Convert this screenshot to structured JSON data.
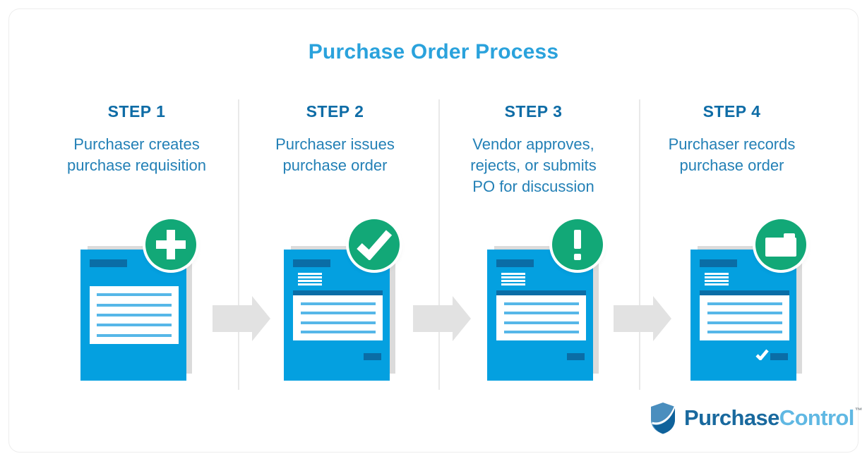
{
  "title": "Purchase Order Process",
  "steps": [
    {
      "label": "STEP 1",
      "lines": [
        "Purchaser creates",
        "purchase requisition"
      ],
      "badge_icon": "plus-icon"
    },
    {
      "label": "STEP 2",
      "lines": [
        "Purchaser issues",
        "purchase order"
      ],
      "badge_icon": "check-icon"
    },
    {
      "label": "STEP 3",
      "lines": [
        "Vendor approves,",
        "rejects, or submits",
        "PO for discussion"
      ],
      "badge_icon": "exclamation-icon"
    },
    {
      "label": "STEP 4",
      "lines": [
        "Purchaser records",
        "purchase order"
      ],
      "badge_icon": "folder-icon"
    }
  ],
  "logo": {
    "part1": "Purchase",
    "part2": "Control",
    "trademark": "™"
  },
  "colors": {
    "title_blue": "#2AA2DC",
    "step_label_blue": "#0E6CA6",
    "step_description_blue": "#2380B6",
    "document_blue": "#04A0E0",
    "document_dark_blue": "#0A6DA6",
    "document_line_blue": "#56B7E8",
    "badge_green": "#12A877",
    "arrow_gray": "#E2E2E2",
    "divider_gray": "#E9E9E9",
    "shadow_gray": "#DBDBDB",
    "logo_dark_blue": "#19699E",
    "logo_light_blue": "#60B8E3"
  }
}
